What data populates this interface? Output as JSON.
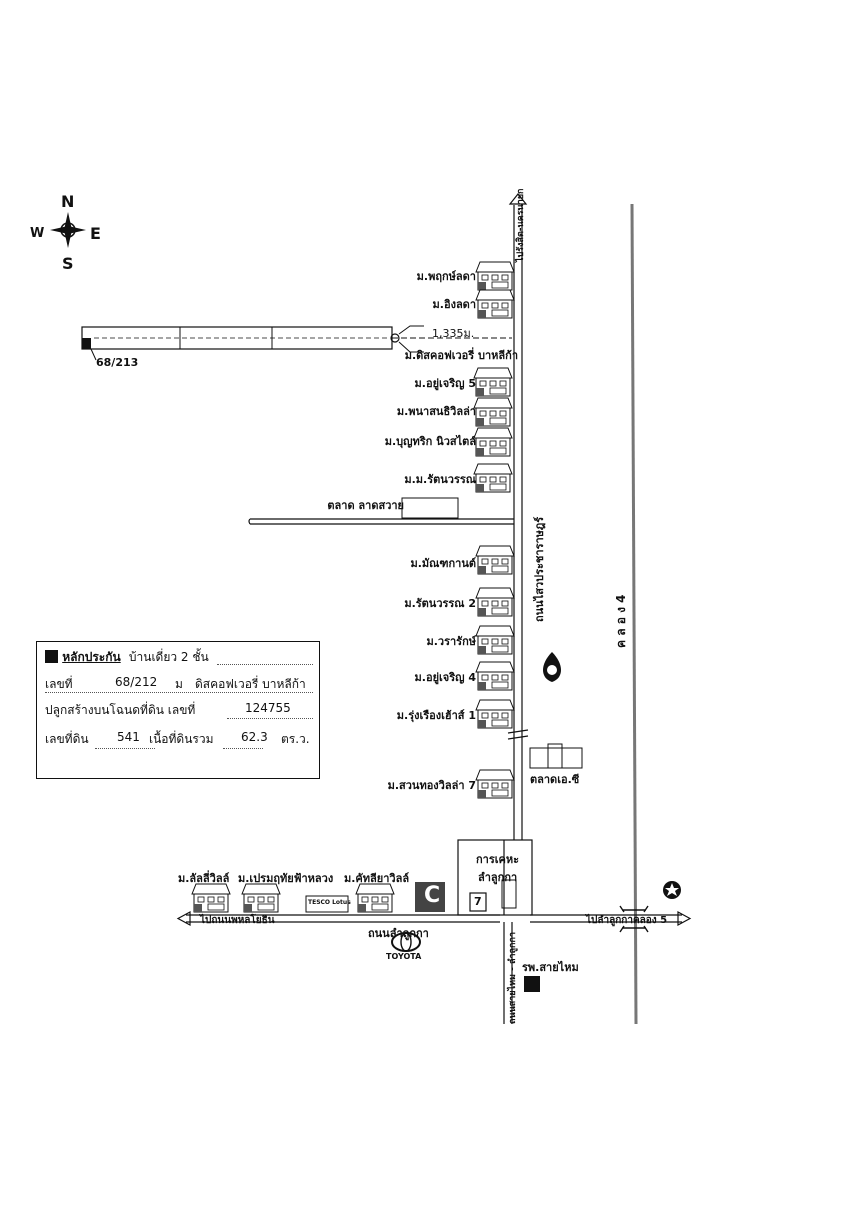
{
  "compass": {
    "n": "N",
    "s": "S",
    "e": "E",
    "w": "W"
  },
  "plot": {
    "label": "68/213",
    "distance": "1,335ม."
  },
  "villages_north": [
    "ม.พฤกษ์ลดา",
    "ม.อิงลดา",
    "ม.ดิสคอฟเวอรี่ บาหลีก้า",
    "ม.อยู่เจริญ 5",
    "ม.พนาสนธิวิลล่า",
    "ม.บุญทริก นิวสไตล์",
    "ม.ม.รัตนวรรณ"
  ],
  "market_north": "ตลาด ลาดสวาย",
  "villages_south": [
    "ม.มัณฑกานต์",
    "ม.รัตนวรรณ 2",
    "ม.วรารักษ์",
    "ม.อยู่เจริญ 4",
    "ม.รุ่งเรืองเฮ้าส์ 1",
    "ม.สวนทองวิลล่า 7"
  ],
  "market_south": "ตลาดเอ.ซี",
  "bottom_villages": [
    "ม.ลัลลี่วิลล์",
    "ม.เปรมฤทัยฟ้าหลวง",
    "ม.คัทลียาวิลล์"
  ],
  "roads": {
    "main_vertical": "ถนนไสวประชาราษฎร์",
    "to_top": "ไปรังสิต-นครนายก",
    "lamlukka": "ถนนลำลูกกา",
    "to_phahon": "ไปถนนพหลโยธิน",
    "to_khlong5": "ไปลำลูกกาคลอง 5",
    "saimai": "ถนนสายไหม - ลำลูกกา",
    "canal": "ค ล อ ง  4"
  },
  "places": {
    "dept": "การเคหะ",
    "dept2": "ลำลูกกา",
    "hospital": "รพ.สายไหม",
    "tesco": "TESCO Lotus",
    "toyota": "TOYOTA",
    "seven": "7",
    "bigc": "C"
  },
  "info": {
    "title": "หลักประกัน",
    "title_value": "บ้านเดี่ยว 2 ชั้น",
    "house_no_label": "เลขที่",
    "house_no": "68/212",
    "moo_label": "ม",
    "project": "ดิสคอฟเวอรี่ บาหลีก้า",
    "deed_label": "ปลูกสร้างบนโฉนดที่ดิน เลขที่",
    "deed_no": "124755",
    "land_no_label": "เลขที่ดิน",
    "land_no": "541",
    "area_label": "เนื้อที่ดินรวม",
    "area": "62.3",
    "area_unit": "ตร.ว."
  }
}
